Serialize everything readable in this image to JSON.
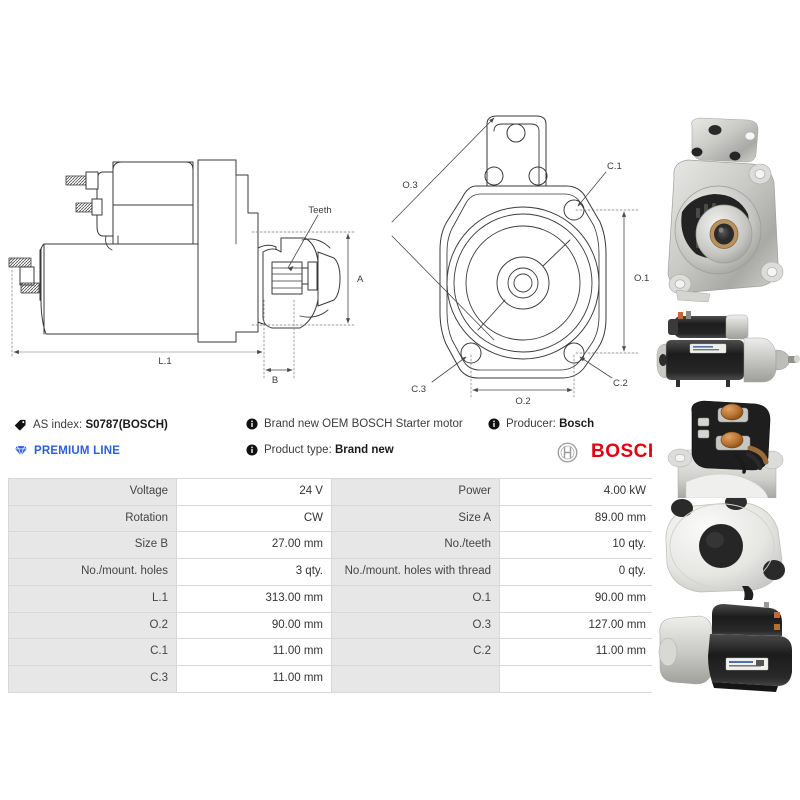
{
  "drawings": {
    "side_view": {
      "labels": {
        "teeth": "Teeth",
        "dim_a": "A",
        "dim_b": "B",
        "dim_l1": "L.1"
      }
    },
    "front_view": {
      "labels": {
        "o1": "O.1",
        "o2": "O.2",
        "o3": "O.3",
        "c1": "C.1",
        "c2": "C.2",
        "c3": "C.3"
      }
    }
  },
  "info": {
    "as_index_label": "AS index:",
    "as_index_value": "S0787(BOSCH)",
    "premium_line": "PREMIUM LINE",
    "brand_new_oem": "Brand new OEM BOSCH Starter motor",
    "product_type_label": "Product type:",
    "product_type_value": "Brand new",
    "producer_label": "Producer:",
    "producer_value": "Bosch",
    "brand_logo_text": "BOSCH",
    "icons": {
      "tag": "tag-icon",
      "diamond": "diamond-icon",
      "info": "info-icon",
      "bosch_emblem": "bosch-emblem-icon"
    },
    "colors": {
      "premium_blue": "#2b5fd9",
      "bosch_red": "#e3000f",
      "emblem_gray": "#9a9a9a"
    }
  },
  "spec_table": {
    "rows": [
      {
        "left_label": "Voltage",
        "left_value": "24 V",
        "right_label": "Power",
        "right_value": "4.00 kW"
      },
      {
        "left_label": "Rotation",
        "left_value": "CW",
        "right_label": "Size A",
        "right_value": "89.00 mm"
      },
      {
        "left_label": "Size B",
        "left_value": "27.00 mm",
        "right_label": "No./teeth",
        "right_value": "10 qty."
      },
      {
        "left_label": "No./mount. holes",
        "left_value": "3 qty.",
        "right_label": "No./mount. holes with thread",
        "right_value": "0 qty."
      },
      {
        "left_label": "L.1",
        "left_value": "313.00 mm",
        "right_label": "O.1",
        "right_value": "90.00 mm"
      },
      {
        "left_label": "O.2",
        "left_value": "90.00 mm",
        "right_label": "O.3",
        "right_value": "127.00 mm"
      },
      {
        "left_label": "C.1",
        "left_value": "11.00 mm",
        "right_label": "C.2",
        "right_value": "11.00 mm"
      },
      {
        "left_label": "C.3",
        "left_value": "11.00 mm",
        "right_label": "",
        "right_value": ""
      }
    ]
  },
  "photos": [
    {
      "name": "photo-front-drive-end"
    },
    {
      "name": "photo-side-profile"
    },
    {
      "name": "photo-solenoid-terminals"
    },
    {
      "name": "photo-rear-cap"
    },
    {
      "name": "photo-rear-angled"
    }
  ]
}
